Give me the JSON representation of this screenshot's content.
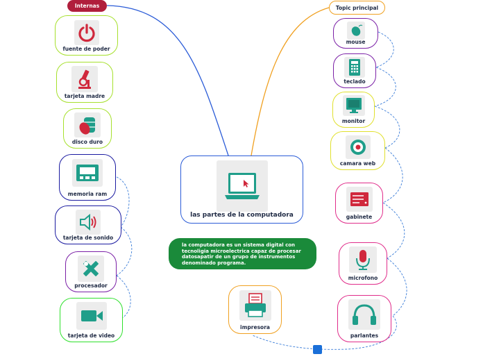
{
  "central": {
    "title": "las partes de la computadora",
    "icon": "laptop-icon"
  },
  "description": {
    "lines": [
      "la computadora es un sistema digital con",
      "tecnoligia microelectrica capaz de procesar",
      "datosapatir de un grupo de instrumentos",
      "denominado programa."
    ]
  },
  "left_branch": {
    "label": "Internas",
    "items": [
      {
        "label": "fuente de poder",
        "icon": "power-icon"
      },
      {
        "label": "tarjeta madre",
        "icon": "microscope-icon"
      },
      {
        "label": "disco duro",
        "icon": "database-icon"
      },
      {
        "label": "memoria ram",
        "icon": "memory-icon"
      },
      {
        "label": "tarjeta de sonido",
        "icon": "speaker-icon"
      },
      {
        "label": "procesador",
        "icon": "tools-icon"
      },
      {
        "label": "tarjeta de video",
        "icon": "video-camera-icon"
      }
    ]
  },
  "right_branch": {
    "label": "Topic principal",
    "items": [
      {
        "label": "mouse",
        "icon": "mouse-icon"
      },
      {
        "label": "teclado",
        "icon": "calculator-icon"
      },
      {
        "label": "monitor",
        "icon": "monitor-icon"
      },
      {
        "label": "camara web",
        "icon": "webcam-icon"
      },
      {
        "label": "gabinete",
        "icon": "cabinet-icon"
      },
      {
        "label": "microfono",
        "icon": "microphone-icon"
      },
      {
        "label": "parlantes",
        "icon": "headphones-icon"
      }
    ]
  },
  "bottom_item": {
    "label": "impresora",
    "icon": "printer-icon"
  },
  "colors": {
    "left_link": "#2a5bd7",
    "right_link": "#f0a020",
    "dashed": "#3b7dd8",
    "internas_pill": "#b01e3c",
    "description_bg": "#1a8a3a",
    "icon_teal": "#1f9e8a",
    "icon_red": "#d0283c"
  }
}
